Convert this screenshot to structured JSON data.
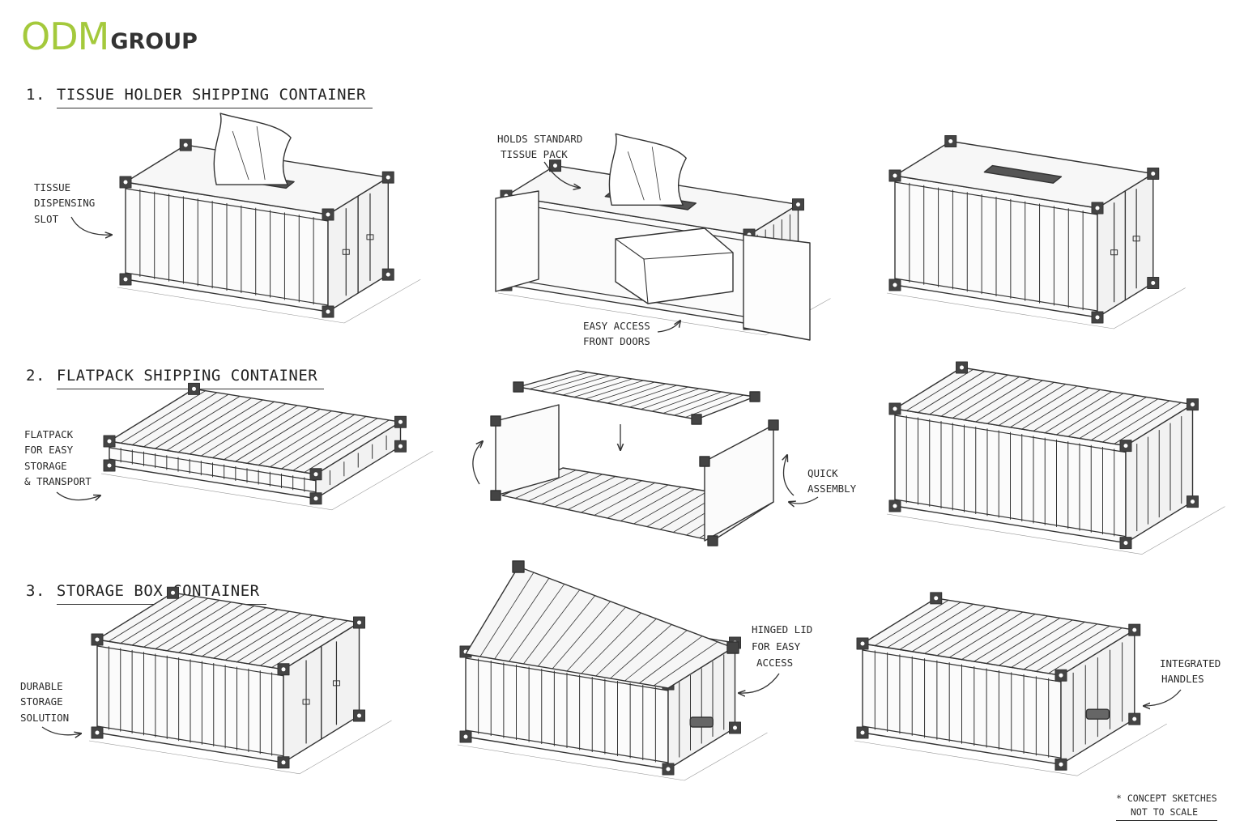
{
  "logo": {
    "main": "ODM",
    "sub": "GROUP"
  },
  "sections": [
    {
      "number": "1.",
      "title": "TISSUE HOLDER SHIPPING CONTAINER"
    },
    {
      "number": "2.",
      "title": "FLATPACK SHIPPING CONTAINER"
    },
    {
      "number": "3.",
      "title": "STORAGE BOX CONTAINER"
    }
  ],
  "notes": {
    "tissue_slot": [
      "TISSUE",
      "DISPENSING",
      "SLOT"
    ],
    "tissue_pack": [
      "HOLDS STANDARD",
      "TISSUE PACK"
    ],
    "front_doors": [
      "EASY ACCESS",
      "FRONT DOORS"
    ],
    "flatpack": [
      "FLATPACK",
      "FOR EASY",
      "STORAGE",
      "& TRANSPORT"
    ],
    "quick_assembly": [
      "QUICK",
      "ASSEMBLY"
    ],
    "durable": [
      "DURABLE",
      "STORAGE",
      "SOLUTION"
    ],
    "hinged_lid": [
      "HINGED LID",
      "FOR EASY",
      "ACCESS"
    ],
    "handles": [
      "INTEGRATED",
      "HANDLES"
    ]
  },
  "footnote": {
    "line1": "* CONCEPT SKETCHES",
    "line2": "NOT TO SCALE"
  },
  "colors": {
    "logo_green": "#a4c93c",
    "ink": "#2b2b2b"
  }
}
